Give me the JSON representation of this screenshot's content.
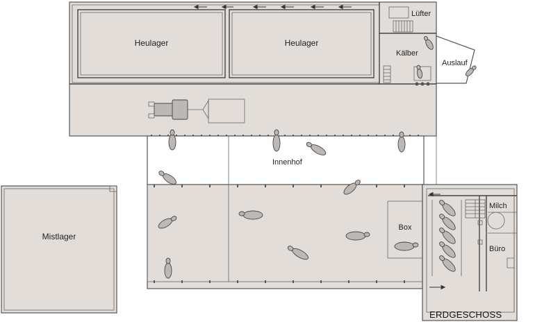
{
  "labels": {
    "heulager_left": "Heulager",
    "heulager_right": "Heulager",
    "luefter": "Lüfter",
    "kaelber": "Kälber",
    "auslauf": "Auslauf",
    "innenhof": "Innenhof",
    "mistlager": "Mistlager",
    "box": "Box",
    "milch": "Milch",
    "buero": "Büro"
  },
  "title": "ERDGESCHOSS",
  "colors": {
    "floor": "#e2ddd8",
    "wall": "#444444",
    "background": "#ffffff"
  }
}
